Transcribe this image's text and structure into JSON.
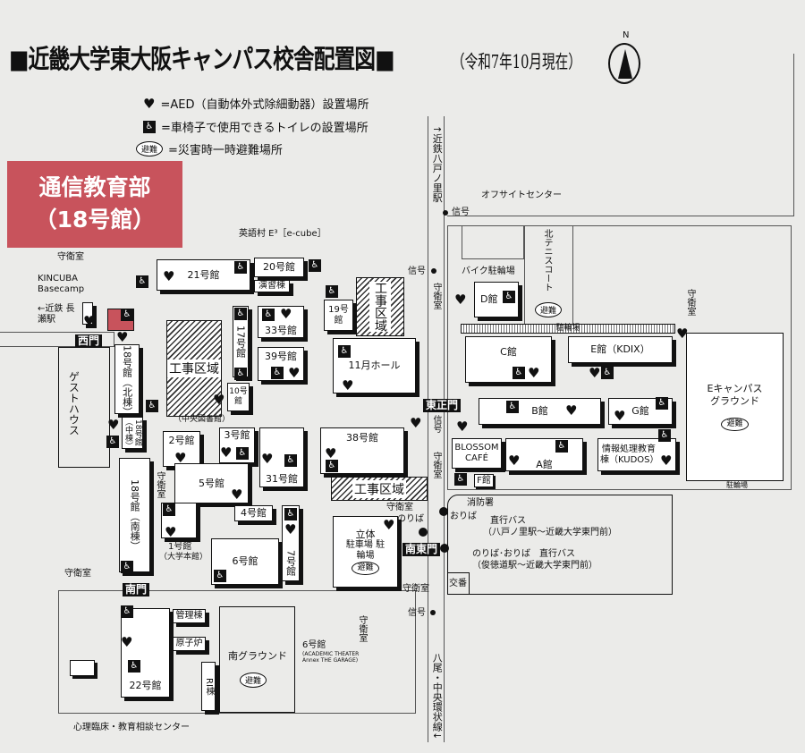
{
  "header": {
    "title": "■近畿大学東大阪キャンパス校舎配置図■",
    "date": "（令和7年10月現在）",
    "north": "N"
  },
  "legend": [
    {
      "icon": "aed-icon",
      "text": "=AED（自動体外式除細動器）設置場所"
    },
    {
      "icon": "wheelchair-toilet-icon",
      "text": "=車椅子で使用できるトイレの設置場所"
    },
    {
      "icon": "evacuation-icon",
      "text": "=災害時一時避難場所"
    }
  ],
  "icons": {
    "wc": "♿",
    "aed": "♥",
    "evac": "避難"
  },
  "callout": {
    "line1": "通信教育部",
    "line2": "（18号館）"
  },
  "gates": {
    "west": "西門",
    "east_main": "東正門",
    "south_east": "南東門",
    "south": "南門"
  },
  "buildings": {
    "b21": "21号館",
    "b20": "20号館",
    "enshu": "演習棟",
    "b19": "19号館",
    "hall11": "11月ホール",
    "b17": "17号館",
    "b10": "10号館",
    "library": "（中央図書館）",
    "b33": "33号館",
    "b39": "39号館",
    "b38": "38号館",
    "b2": "2号館",
    "b3": "3号館",
    "b5": "5号館",
    "b4": "4号館",
    "b31": "31号館",
    "b1": "1号館",
    "b1_sub": "（大学本館）",
    "b6": "6号館",
    "b7": "7号館",
    "parking": "立体",
    "parking2": "駐車場 駐輪場",
    "b18n": "18号館（北棟）",
    "b18m": "18号館（中棟）",
    "b18s": "18号館（南棟）",
    "guest": "ゲストハウス",
    "b22": "22号館",
    "kanri": "管理棟",
    "reactor": "原子炉",
    "ri": "RI棟",
    "south_ground": "南グラウンド",
    "b6_note": "6号館",
    "b6_note2": "(ACADEMIC THEATER Annex THE GARAGE)",
    "D": "D館",
    "C": "C館",
    "E": "E館（KDIX）",
    "B": "B館",
    "G": "G館",
    "A": "A館",
    "F": "F館",
    "blossom": "BLOSSOM CAFÉ",
    "kudos": "情報処理教育棟（KUDOS）",
    "e_ground": "Eキャンパス グラウンド",
    "offsite": "オフサイトセンター",
    "bike": "バイク駐輪場",
    "tennis": "北テニスコート",
    "bicycle": "駐輪場",
    "bicycle2": "駐輪場",
    "fire": "消防署",
    "police": "交番",
    "construction": "工事区域",
    "english": "英語村 E³［e-cube］",
    "kincuba": "KINCUBA Basecamp",
    "shinri": "心理臨床・教育相談センター"
  },
  "misc": {
    "guard": "守衛室",
    "signal": "信号",
    "noriba": "のりば",
    "oriba": "おりば",
    "bus1": "直行バス",
    "bus1_route": "（八戸ノ里駅〜近畿大学東門前）",
    "bus2": "のりば･おりば　直行バス",
    "bus2_route": "（俊徳道駅〜近畿大学東門前）",
    "station_n": "↑近鉄八戸ノ里駅",
    "station_w": "←近鉄 長瀬駅",
    "road_s": "八尾・中央環状線↓"
  }
}
